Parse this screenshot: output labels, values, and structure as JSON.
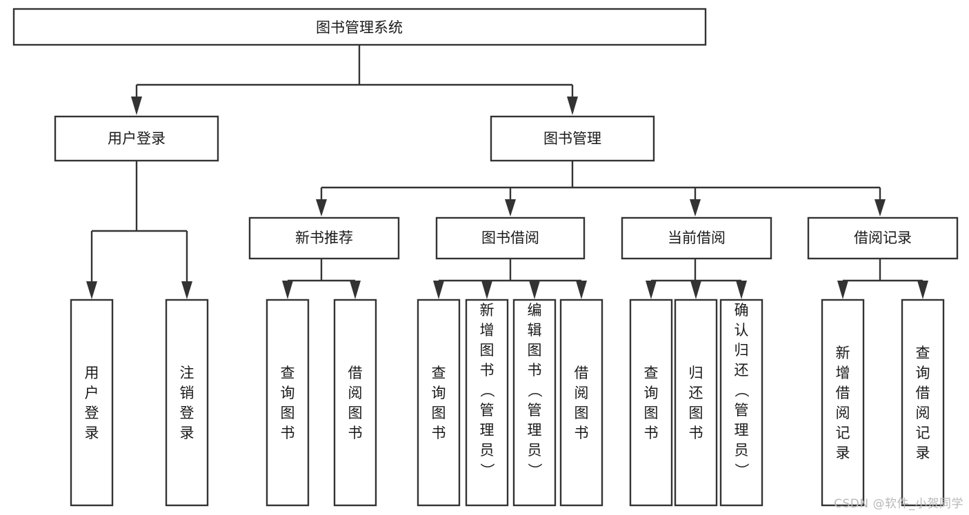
{
  "diagram": {
    "title": "图书管理系统",
    "type": "hierarchy-tree",
    "orientation": "top-down",
    "levels": 4,
    "root": {
      "label": "图书管理系统"
    },
    "level2": [
      {
        "label": "用户登录"
      },
      {
        "label": "图书管理"
      }
    ],
    "level3": [
      {
        "label": "新书推荐"
      },
      {
        "label": "图书借阅"
      },
      {
        "label": "当前借阅"
      },
      {
        "label": "借阅记录"
      }
    ],
    "leaves": {
      "user_login": [
        {
          "label": "用户登录"
        },
        {
          "label": "注销登录"
        }
      ],
      "new_book_recommend": [
        {
          "label": "查询图书"
        },
        {
          "label": "借阅图书"
        }
      ],
      "book_borrow": [
        {
          "label": "查询图书"
        },
        {
          "label": "新增图书（管理员）"
        },
        {
          "label": "编辑图书（管理员）"
        },
        {
          "label": "借阅图书"
        }
      ],
      "current_borrow": [
        {
          "label": "查询图书"
        },
        {
          "label": "归还图书"
        },
        {
          "label": "确认归还（管理员）"
        }
      ],
      "borrow_record": [
        {
          "label": "新增借阅记录"
        },
        {
          "label": "查询借阅记录"
        }
      ]
    }
  },
  "watermark": {
    "text": "CSDN @软件_小贺同学"
  },
  "colors": {
    "box_stroke": "#333333",
    "box_fill": "#ffffff",
    "text": "#1a1a1a",
    "connector": "#333333",
    "watermark": "#b8b8b8",
    "background": "#ffffff"
  }
}
